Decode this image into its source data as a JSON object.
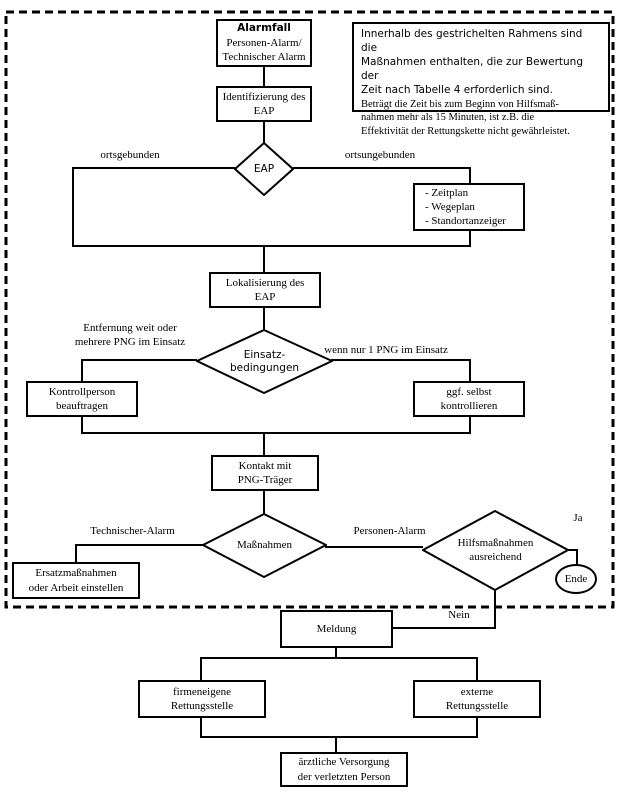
{
  "note": {
    "sans_lines": [
      "Innerhalb des gestrichelten Rahmens sind die",
      "Maßnahmen enthalten, die zur Bewertung der",
      "Zeit nach Tabelle 4 erforderlich sind."
    ],
    "serif_lines": [
      "Beträgt die Zeit bis zum Beginn von Hilfsmaß-",
      "nahmen mehr als 15 Minuten, ist z.B. die",
      "Effektivität der Rettungskette nicht gewährleistet."
    ]
  },
  "nodes": {
    "alarmfall": {
      "title": "Alarmfall",
      "lines": [
        "Personen-Alarm/",
        "Technischer Alarm"
      ]
    },
    "identifizierung": {
      "lines": [
        "Identifizierung des",
        "EAP"
      ]
    },
    "eap": {
      "label": "EAP"
    },
    "zeitplan": {
      "lines": [
        "- Zeitplan",
        "- Wegeplan",
        "- Standortanzeiger"
      ]
    },
    "lokalisierung": {
      "lines": [
        "Lokalisierung des",
        "EAP"
      ]
    },
    "einsatzbedingungen": {
      "lines": [
        "Einsatz-",
        "bedingungen"
      ]
    },
    "kontrollperson": {
      "lines": [
        "Kontrollperson",
        "beauftragen"
      ]
    },
    "ggf_selbst": {
      "lines": [
        "ggf. selbst",
        "kontrollieren"
      ]
    },
    "kontakt": {
      "lines": [
        "Kontakt mit",
        "PNG-Träger"
      ]
    },
    "massnahmen": {
      "label": "Maßnahmen"
    },
    "ersatzmassnahmen": {
      "lines": [
        "Ersatzmaßnahmen",
        "oder Arbeit einstellen"
      ]
    },
    "hilfsmassnahmen": {
      "lines": [
        "Hilfsmaßnahmen",
        "ausreichend"
      ]
    },
    "ende": {
      "label": "Ende"
    },
    "meldung": {
      "label": "Meldung"
    },
    "firmeneigene": {
      "lines": [
        "firmeneigene",
        "Rettungsstelle"
      ]
    },
    "externe": {
      "lines": [
        "externe",
        "Rettungsstelle"
      ]
    },
    "aerztliche": {
      "lines": [
        "ärztliche Versorgung",
        "der verletzten Person"
      ]
    }
  },
  "edge_labels": {
    "ortsgebunden": "ortsgebunden",
    "ortsungebunden": "ortsungebunden",
    "entfernung": [
      "Entfernung weit oder",
      "mehrere PNG im Einsatz"
    ],
    "wenn_nur": "wenn nur 1 PNG im Einsatz",
    "technischer_alarm": "Technischer-Alarm",
    "personen_alarm": "Personen-Alarm",
    "ja": "Ja",
    "nein": "Nein"
  },
  "colors": {
    "line": "#000000",
    "background": "#ffffff"
  }
}
